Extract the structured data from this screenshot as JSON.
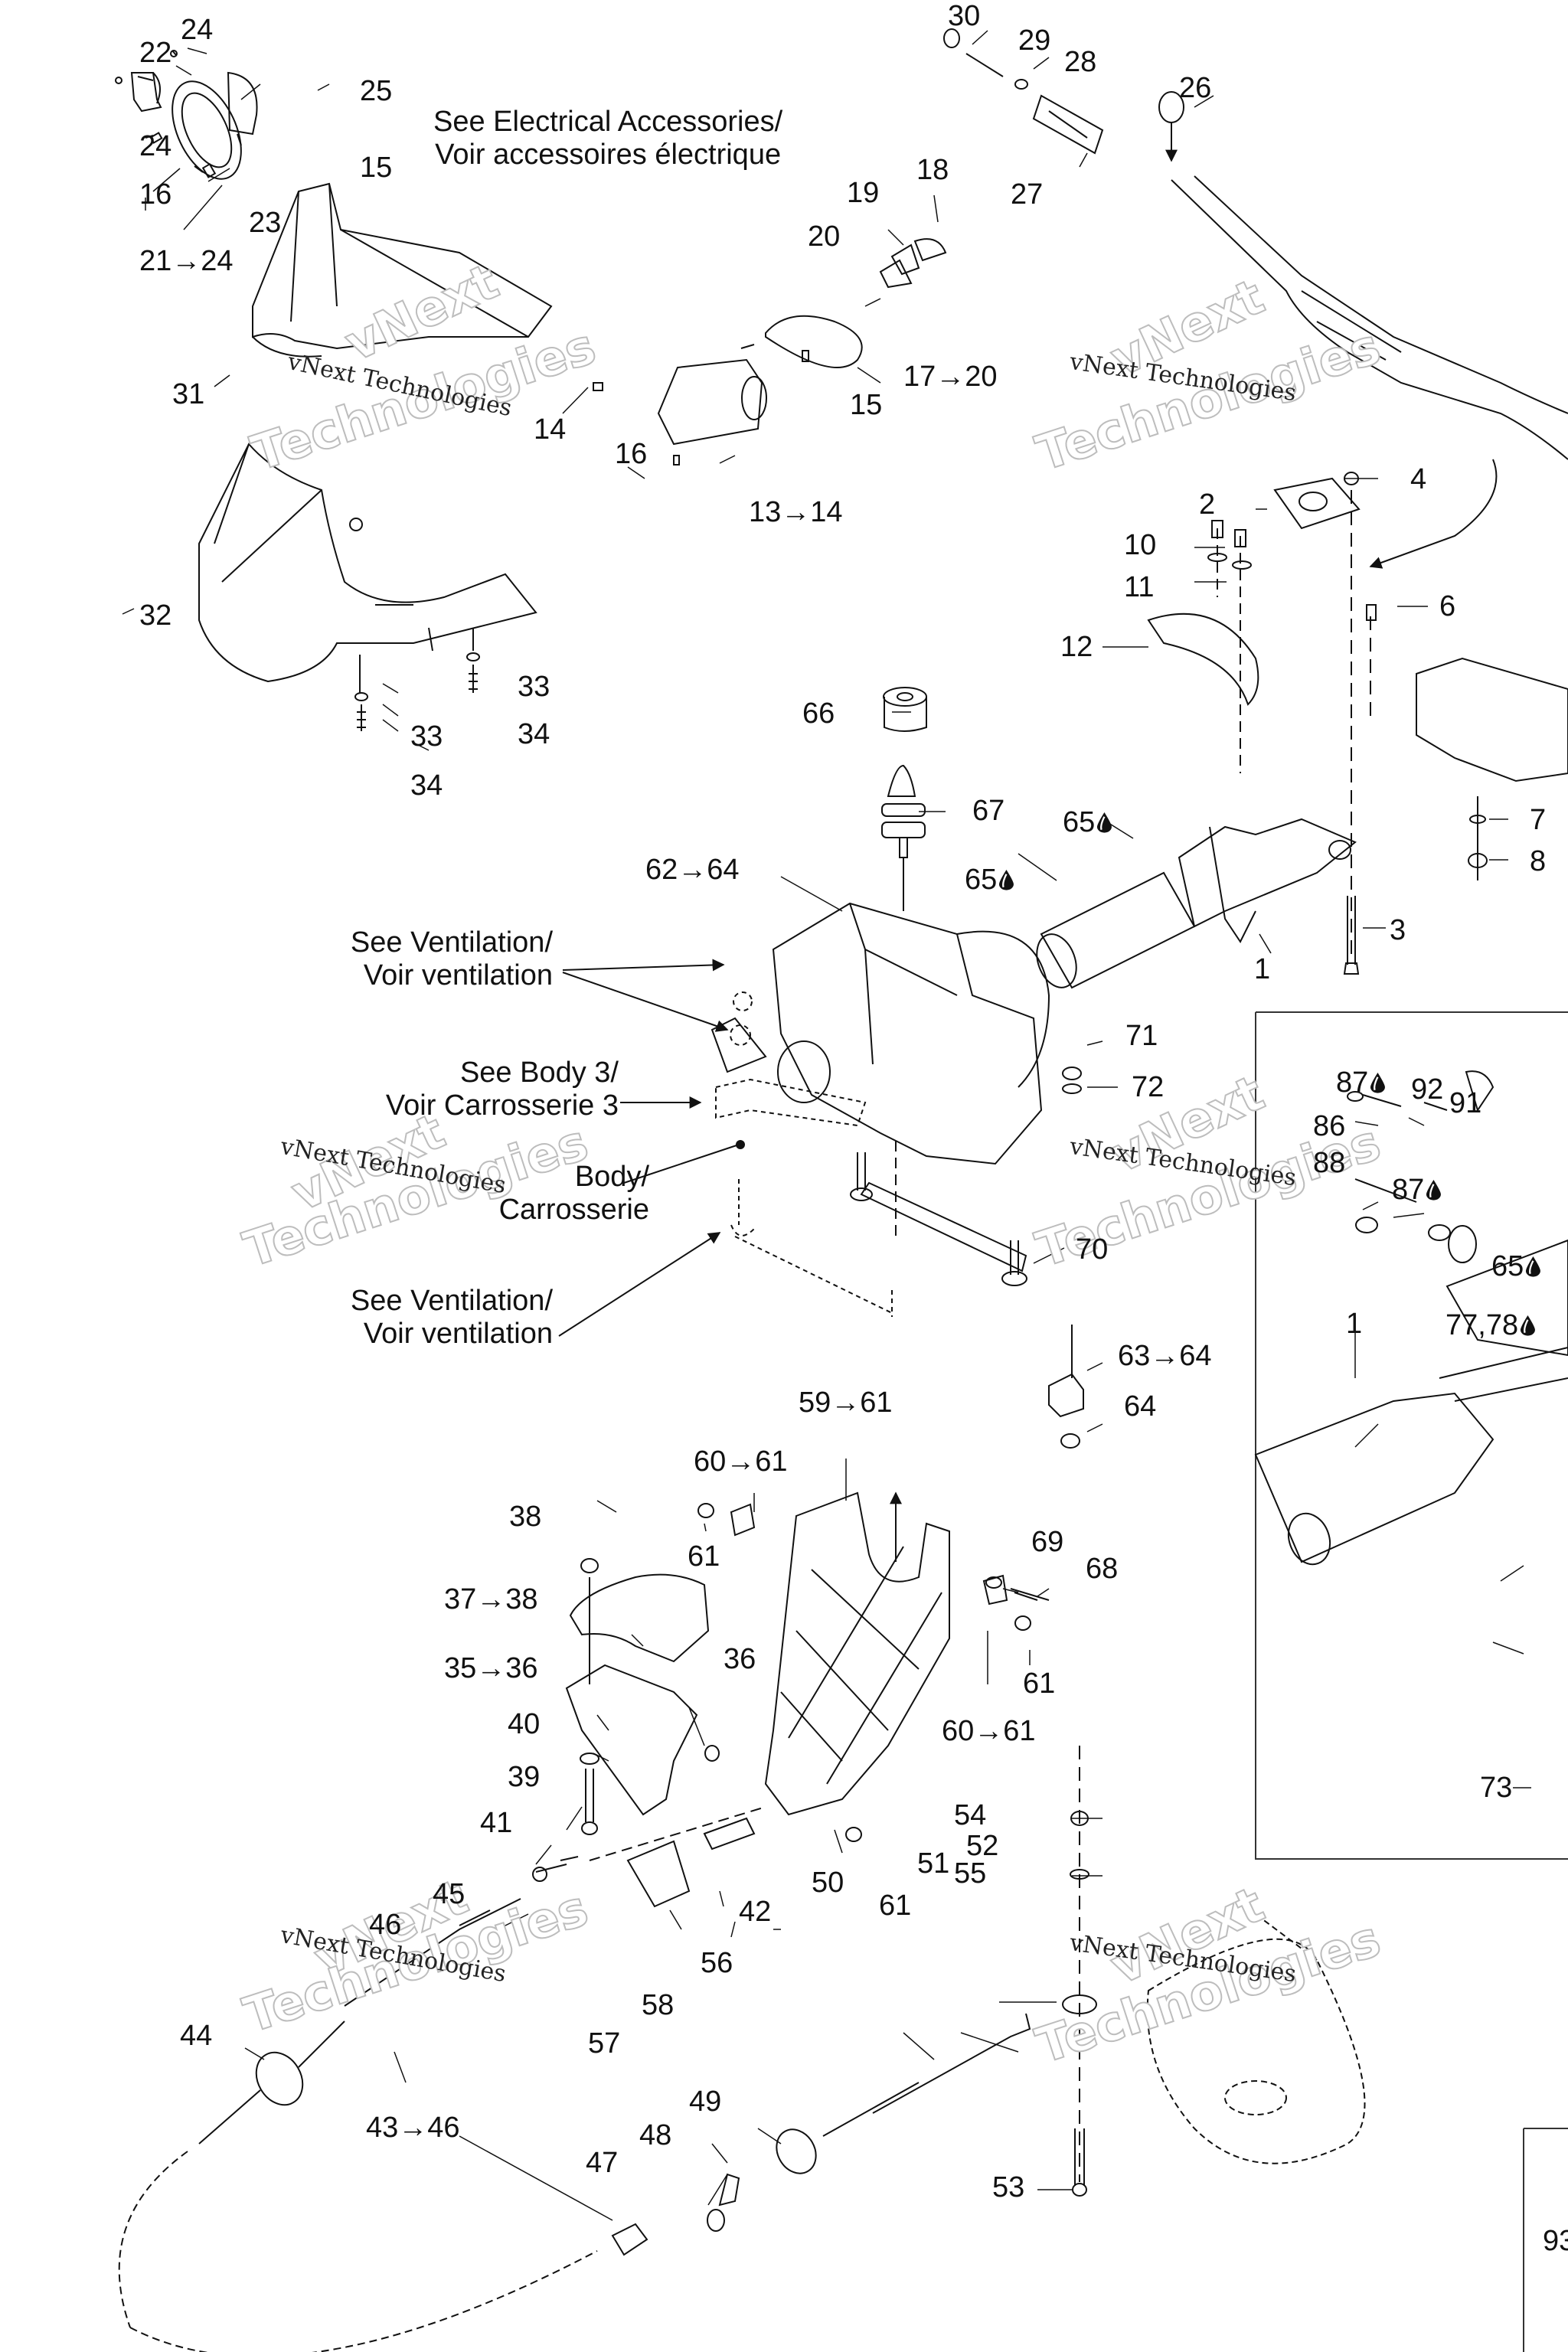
{
  "diagram": {
    "title": "Handlebar / Steering exploded parts diagram",
    "callouts": {
      "p1": "1",
      "p1b": "1",
      "p2": "2",
      "p3": "3",
      "p4": "4",
      "p6": "6",
      "p7": "7",
      "p8": "8",
      "p10": "10",
      "p11": "11",
      "p12": "12",
      "p13_14": "13→14",
      "p14": "14",
      "p15a": "15",
      "p15b": "15",
      "p16a": "16",
      "p16b": "16",
      "p17_20": "17→20",
      "p18": "18",
      "p19": "19",
      "p20": "20",
      "p21_24": "21→24",
      "p22": "22",
      "p23": "23",
      "p24a": "24",
      "p24b": "24",
      "p25": "25",
      "p26": "26",
      "p27": "27",
      "p28": "28",
      "p29": "29",
      "p30": "30",
      "p31": "31",
      "p32": "32",
      "p33a": "33",
      "p33b": "33",
      "p34a": "34",
      "p34b": "34",
      "p35_36": "35→36",
      "p36": "36",
      "p37_38": "37→38",
      "p38": "38",
      "p39": "39",
      "p40": "40",
      "p41": "41",
      "p42": "42",
      "p43_46": "43→46",
      "p44": "44",
      "p45": "45",
      "p46": "46",
      "p47": "47",
      "p48": "48",
      "p49": "49",
      "p50": "50",
      "p51": "51",
      "p52": "52",
      "p53": "53",
      "p54": "54",
      "p55": "55",
      "p56": "56",
      "p57": "57",
      "p58": "58",
      "p59_61": "59→61",
      "p60_61a": "60→61",
      "p60_61b": "60→61",
      "p61a": "61",
      "p61b": "61",
      "p61c": "61",
      "p62_64": "62→64",
      "p63_64": "63→64",
      "p64": "64",
      "p65a": "65",
      "p65b": "65",
      "p65c": "65",
      "p66": "66",
      "p67": "67",
      "p68": "68",
      "p69": "69",
      "p70": "70",
      "p71": "71",
      "p72": "72",
      "p73": "73",
      "p77_78": "77,78",
      "p86": "86",
      "p87a": "87",
      "p87b": "87",
      "p88": "88",
      "p91": "91",
      "p92": "92",
      "p93": "93"
    },
    "notes": {
      "electrical_en": "See Electrical Accessories/",
      "electrical_fr": "Voir accessoires électrique",
      "vent1_en": "See Ventilation/",
      "vent1_fr": "Voir ventilation",
      "body3_en": "See Body 3/",
      "body3_fr": "Voir Carrosserie 3",
      "body_en": "Body/",
      "body_fr": "Carrosserie",
      "vent2_en": "See Ventilation/",
      "vent2_fr": "Voir ventilation"
    },
    "lubricant_icon": "drop-icon",
    "watermark": {
      "serif": "vNext Technologies",
      "outline_top": "vNext",
      "outline_bottom": "Technologies"
    }
  }
}
